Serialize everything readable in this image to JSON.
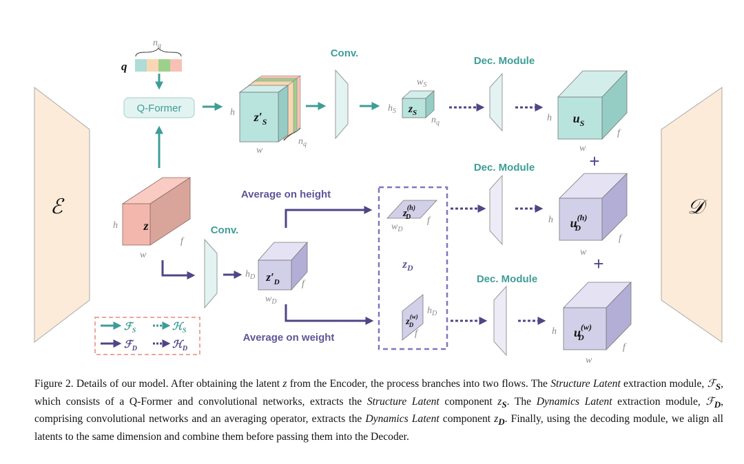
{
  "diagram": {
    "encoder_symbol": "ℰ",
    "decoder_symbol": "𝒟",
    "query": {
      "symbol": "q",
      "length_label": "n",
      "length_sub": "q"
    },
    "qformer_label": "Q-Former",
    "latent": {
      "symbol": "z",
      "h": "h",
      "w": "w",
      "f": "f"
    },
    "structure_pre": {
      "symbol": "z",
      "mark": "′",
      "sub": "S",
      "h": "h",
      "w": "w",
      "nq": "n",
      "nq_sub": "q"
    },
    "conv_labels": [
      "Conv.",
      "Conv."
    ],
    "structure_latent": {
      "symbol": "z",
      "sub": "S",
      "ws": "w",
      "ws_sub": "S",
      "hs": "h",
      "hs_sub": "S",
      "nq": "n",
      "nq_sub": "q"
    },
    "dec_module_labels": [
      "Dec. Module",
      "Dec. Module",
      "Dec. Module"
    ],
    "u_s": {
      "symbol": "u",
      "sub": "S",
      "h": "h",
      "w": "w",
      "f": "f"
    },
    "dynamics_pre": {
      "symbol": "z",
      "mark": "′",
      "sub": "D",
      "hd": "h",
      "hd_sub": "D",
      "wd": "w",
      "wd_sub": "D",
      "f": "f"
    },
    "avg_height_label": "Average on height",
    "avg_weight_label": "Average on weight",
    "zd_h": {
      "symbol": "z",
      "sup": "(h)",
      "sub": "D",
      "wd": "w",
      "wd_sub": "D",
      "f": "f"
    },
    "zd_group": {
      "symbol": "z",
      "sub": "D"
    },
    "zd_w": {
      "symbol": "z",
      "sup": "(w)",
      "sub": "D",
      "hd": "h",
      "hd_sub": "D",
      "f": "f"
    },
    "u_dh": {
      "symbol": "u",
      "sup": "(h)",
      "sub": "D",
      "h": "h",
      "w": "w",
      "f": "f"
    },
    "u_dw": {
      "symbol": "u",
      "sup": "(w)",
      "sub": "D",
      "h": "h",
      "w": "w",
      "f": "f"
    },
    "plus": "+",
    "legend": {
      "fs_symbol": "ℱ",
      "fs_sub": "S",
      "hs_symbol": "ℋ",
      "hs_sub": "S",
      "fd_symbol": "ℱ",
      "fd_sub": "D",
      "hd_symbol": "ℋ",
      "hd_sub": "D"
    },
    "colors": {
      "teal_arrow": "#3e9d96",
      "purple_arrow": "#4e4686",
      "teal_face": "#b9e4de",
      "purple_face": "#d2cfe9",
      "red_face": "#f4b7ad",
      "encoder_fill": "#fcebd9",
      "query_colors": [
        "#aedcd6",
        "#f9d7b3",
        "#9dd08c",
        "#f7c1b5"
      ],
      "dashed_box": "#8573bf",
      "legend_box": "#eea69a"
    }
  },
  "caption": {
    "parts": [
      "Figure 2. Details of our model. After obtaining the latent ",
      "z",
      " from the Encoder, the process branches into two flows. The ",
      "Structure Latent",
      " extraction module, ",
      "ℱ",
      "S",
      ", which consists of a Q-Former and convolutional networks, extracts the ",
      "Structure Latent",
      " component ",
      "z",
      "S",
      ". The ",
      "Dynamics Latent",
      " extraction module, ",
      "ℱ",
      "D",
      ", comprising convolutional networks and an averaging operator, extracts the ",
      "Dynamics Latent",
      " component ",
      "z",
      "D",
      ". Finally, using the decoding module, we align all latents to the same dimension and combine them before passing them into the Decoder."
    ]
  }
}
